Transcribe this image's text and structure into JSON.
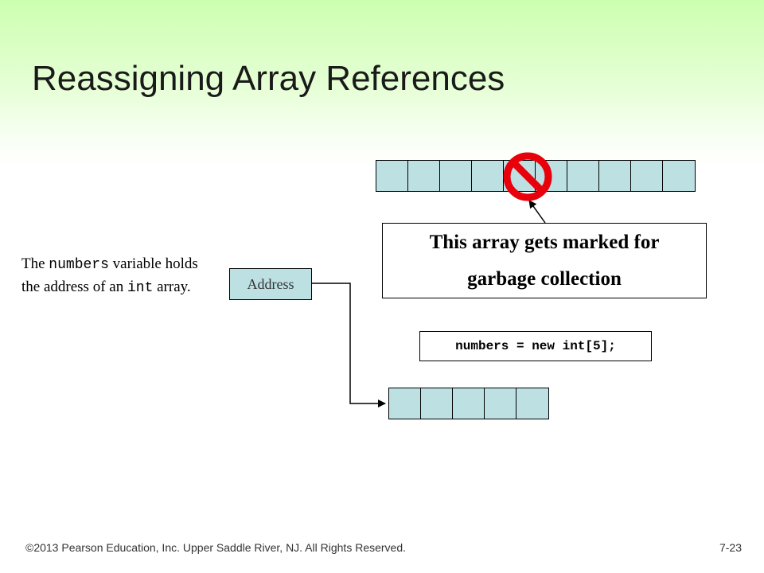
{
  "slide": {
    "title": "Reassigning Array References",
    "note": {
      "part1": "The ",
      "code1": "numbers",
      "part2": " variable holds the address of an ",
      "code2": "int",
      "part3": " array."
    },
    "address_label": "Address",
    "callout": {
      "line1": "This array gets marked for",
      "line2": "garbage collection"
    },
    "code_statement": "numbers = new int[5];",
    "old_array_length": 10,
    "new_array_length": 5,
    "footer": "©2013 Pearson Education, Inc. Upper Saddle River, NJ. All Rights Reserved.",
    "slide_number": "7-23"
  },
  "colors": {
    "cell_fill": "#bde0e3",
    "prohibit_red": "#e8000b",
    "title_gradient_top": "#ccffb0"
  },
  "icons": {
    "prohibit": "no-entry-sign-icon"
  }
}
